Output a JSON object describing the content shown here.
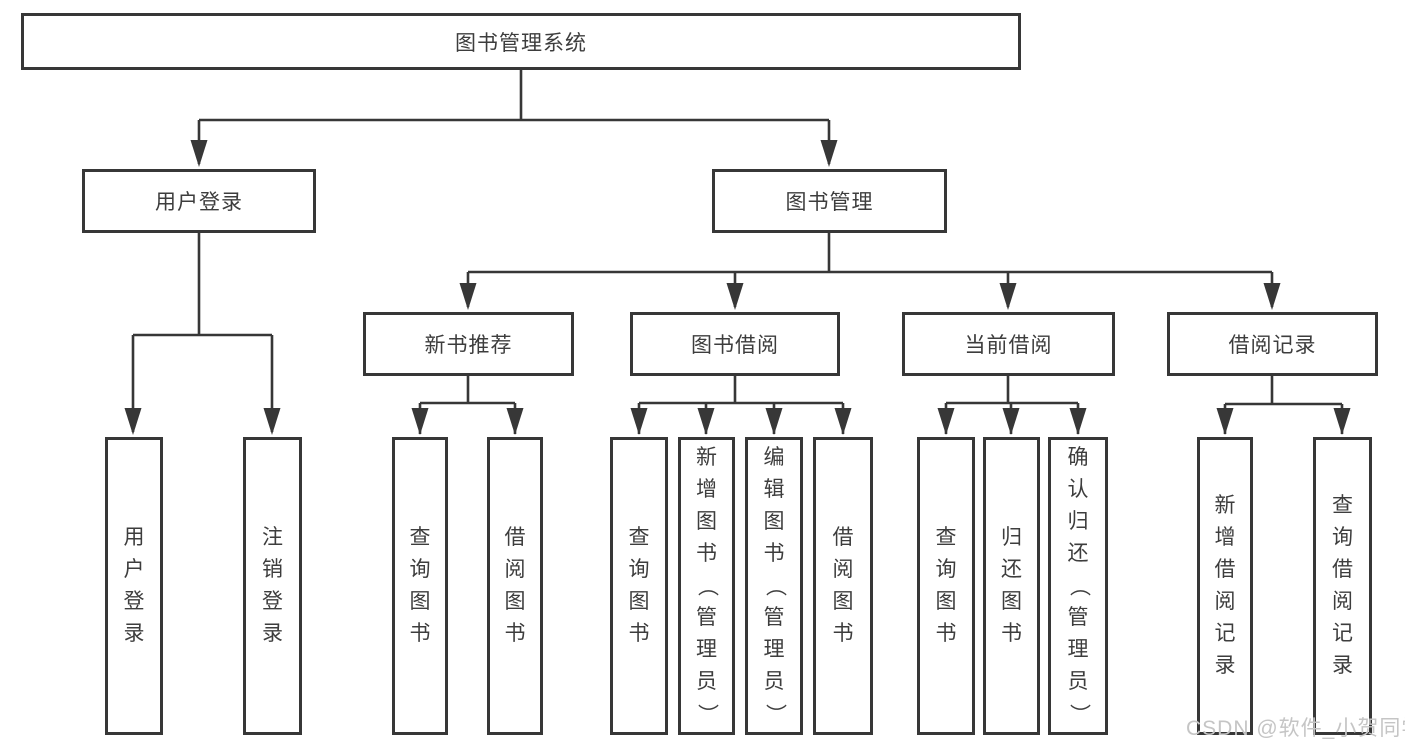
{
  "diagram": {
    "type": "hierarchy",
    "root": {
      "label": "图书管理系统"
    },
    "level2": {
      "user_login": {
        "label": "用户登录"
      },
      "book_mgmt": {
        "label": "图书管理"
      }
    },
    "level3": {
      "new_book": {
        "label": "新书推荐",
        "parent": "图书管理"
      },
      "book_borrow": {
        "label": "图书借阅",
        "parent": "图书管理"
      },
      "current_borrow": {
        "label": "当前借阅",
        "parent": "图书管理"
      },
      "borrow_records": {
        "label": "借阅记录",
        "parent": "图书管理"
      }
    },
    "leaves": {
      "user_login_1": {
        "label": "用户登录",
        "parent": "用户登录"
      },
      "user_login_2": {
        "label": "注销登录",
        "parent": "用户登录"
      },
      "new_book_1": {
        "label": "查询图书",
        "parent": "新书推荐"
      },
      "new_book_2": {
        "label": "借阅图书",
        "parent": "新书推荐"
      },
      "book_borrow_1": {
        "label": "查询图书",
        "parent": "图书借阅"
      },
      "book_borrow_2": {
        "label": "新增图书（管理员）",
        "parent": "图书借阅"
      },
      "book_borrow_3": {
        "label": "编辑图书（管理员）",
        "parent": "图书借阅"
      },
      "book_borrow_4": {
        "label": "借阅图书",
        "parent": "图书借阅"
      },
      "current_borrow_1": {
        "label": "查询图书",
        "parent": "当前借阅"
      },
      "current_borrow_2": {
        "label": "归还图书",
        "parent": "当前借阅"
      },
      "current_borrow_3": {
        "label": "确认归还（管理员）",
        "parent": "当前借阅"
      },
      "borrow_records_1": {
        "label": "新增借阅记录",
        "parent": "借阅记录"
      },
      "borrow_records_2": {
        "label": "查询借阅记录",
        "parent": "借阅记录"
      }
    }
  },
  "watermark": {
    "text": "CSDN @软件_小贺同学"
  },
  "colors": {
    "line": "#373737",
    "box_border": "#373737",
    "text": "#3d3d3d",
    "watermark": "#c5c5c5",
    "background": "#ffffff"
  }
}
